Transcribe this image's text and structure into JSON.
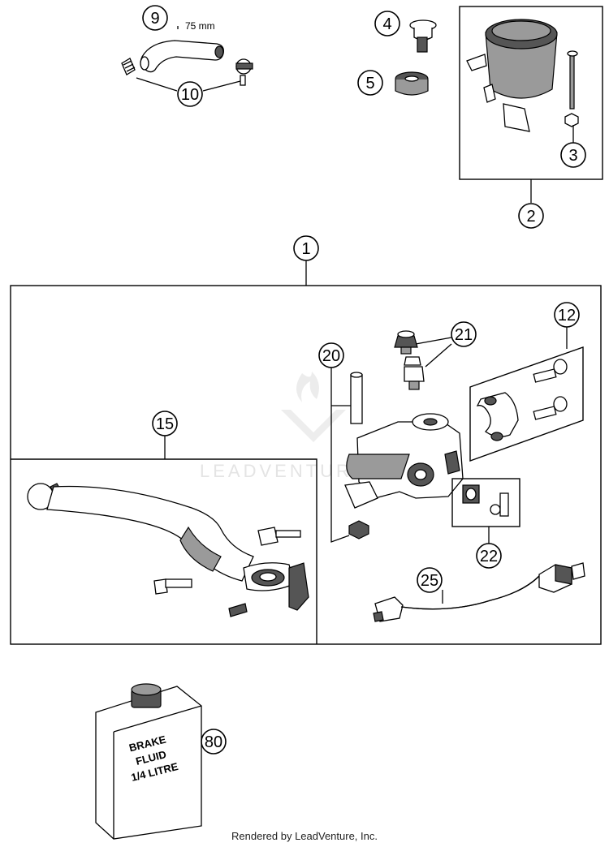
{
  "diagram": {
    "callouts": {
      "c1": "1",
      "c2": "2",
      "c3": "3",
      "c4": "4",
      "c5": "5",
      "c9": "9",
      "c10": "10",
      "c12": "12",
      "c15": "15",
      "c20": "20",
      "c21": "21",
      "c22": "22",
      "c25": "25",
      "c80": "80"
    },
    "hose_dimension": "75 mm",
    "bottle_label": {
      "line1": "BRAKE",
      "line2": "FLUID",
      "line3": "1/4 LITRE"
    },
    "watermark": "LEADVENTURE"
  },
  "footer": {
    "text": "Rendered by LeadVenture, Inc."
  }
}
